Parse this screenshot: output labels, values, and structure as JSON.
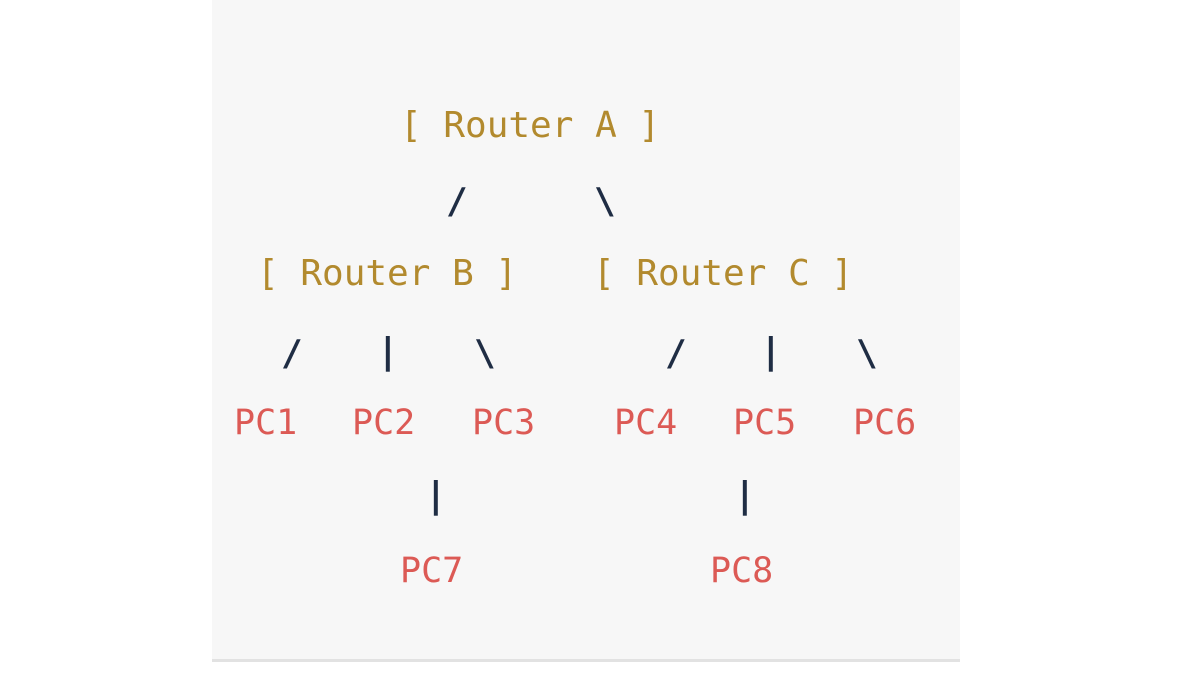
{
  "routers": {
    "a": "[ Router A ]",
    "b": "[ Router B ]",
    "c": "[ Router C ]"
  },
  "pcs": [
    "PC1",
    "PC2",
    "PC3",
    "PC4",
    "PC5",
    "PC6",
    "PC7",
    "PC8"
  ],
  "connectors": {
    "slash": "/",
    "backslash": "\\",
    "pipe": "|"
  }
}
